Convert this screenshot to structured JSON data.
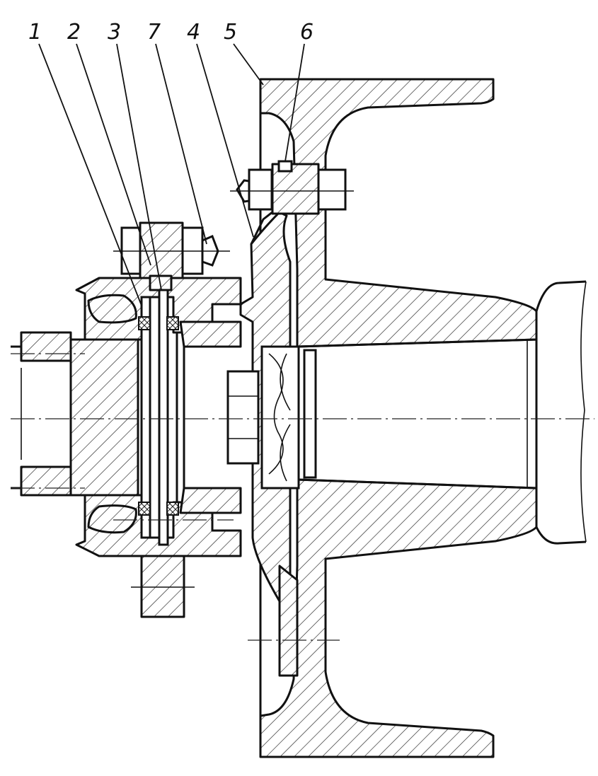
{
  "diagram": {
    "callouts": [
      {
        "id": "callout-1",
        "label": "1"
      },
      {
        "id": "callout-2",
        "label": "2"
      },
      {
        "id": "callout-3",
        "label": "3"
      },
      {
        "id": "callout-7",
        "label": "7"
      },
      {
        "id": "callout-4",
        "label": "4"
      },
      {
        "id": "callout-5",
        "label": "5"
      },
      {
        "id": "callout-6",
        "label": "6"
      }
    ]
  }
}
